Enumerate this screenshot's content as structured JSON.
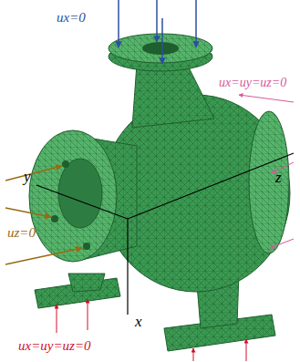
{
  "diagram": {
    "labels": [
      "ux=0",
      "ux=uy=uz=0",
      "y",
      "z",
      "uz=0",
      "x",
      "ux=uy=uz=0"
    ]
  }
}
